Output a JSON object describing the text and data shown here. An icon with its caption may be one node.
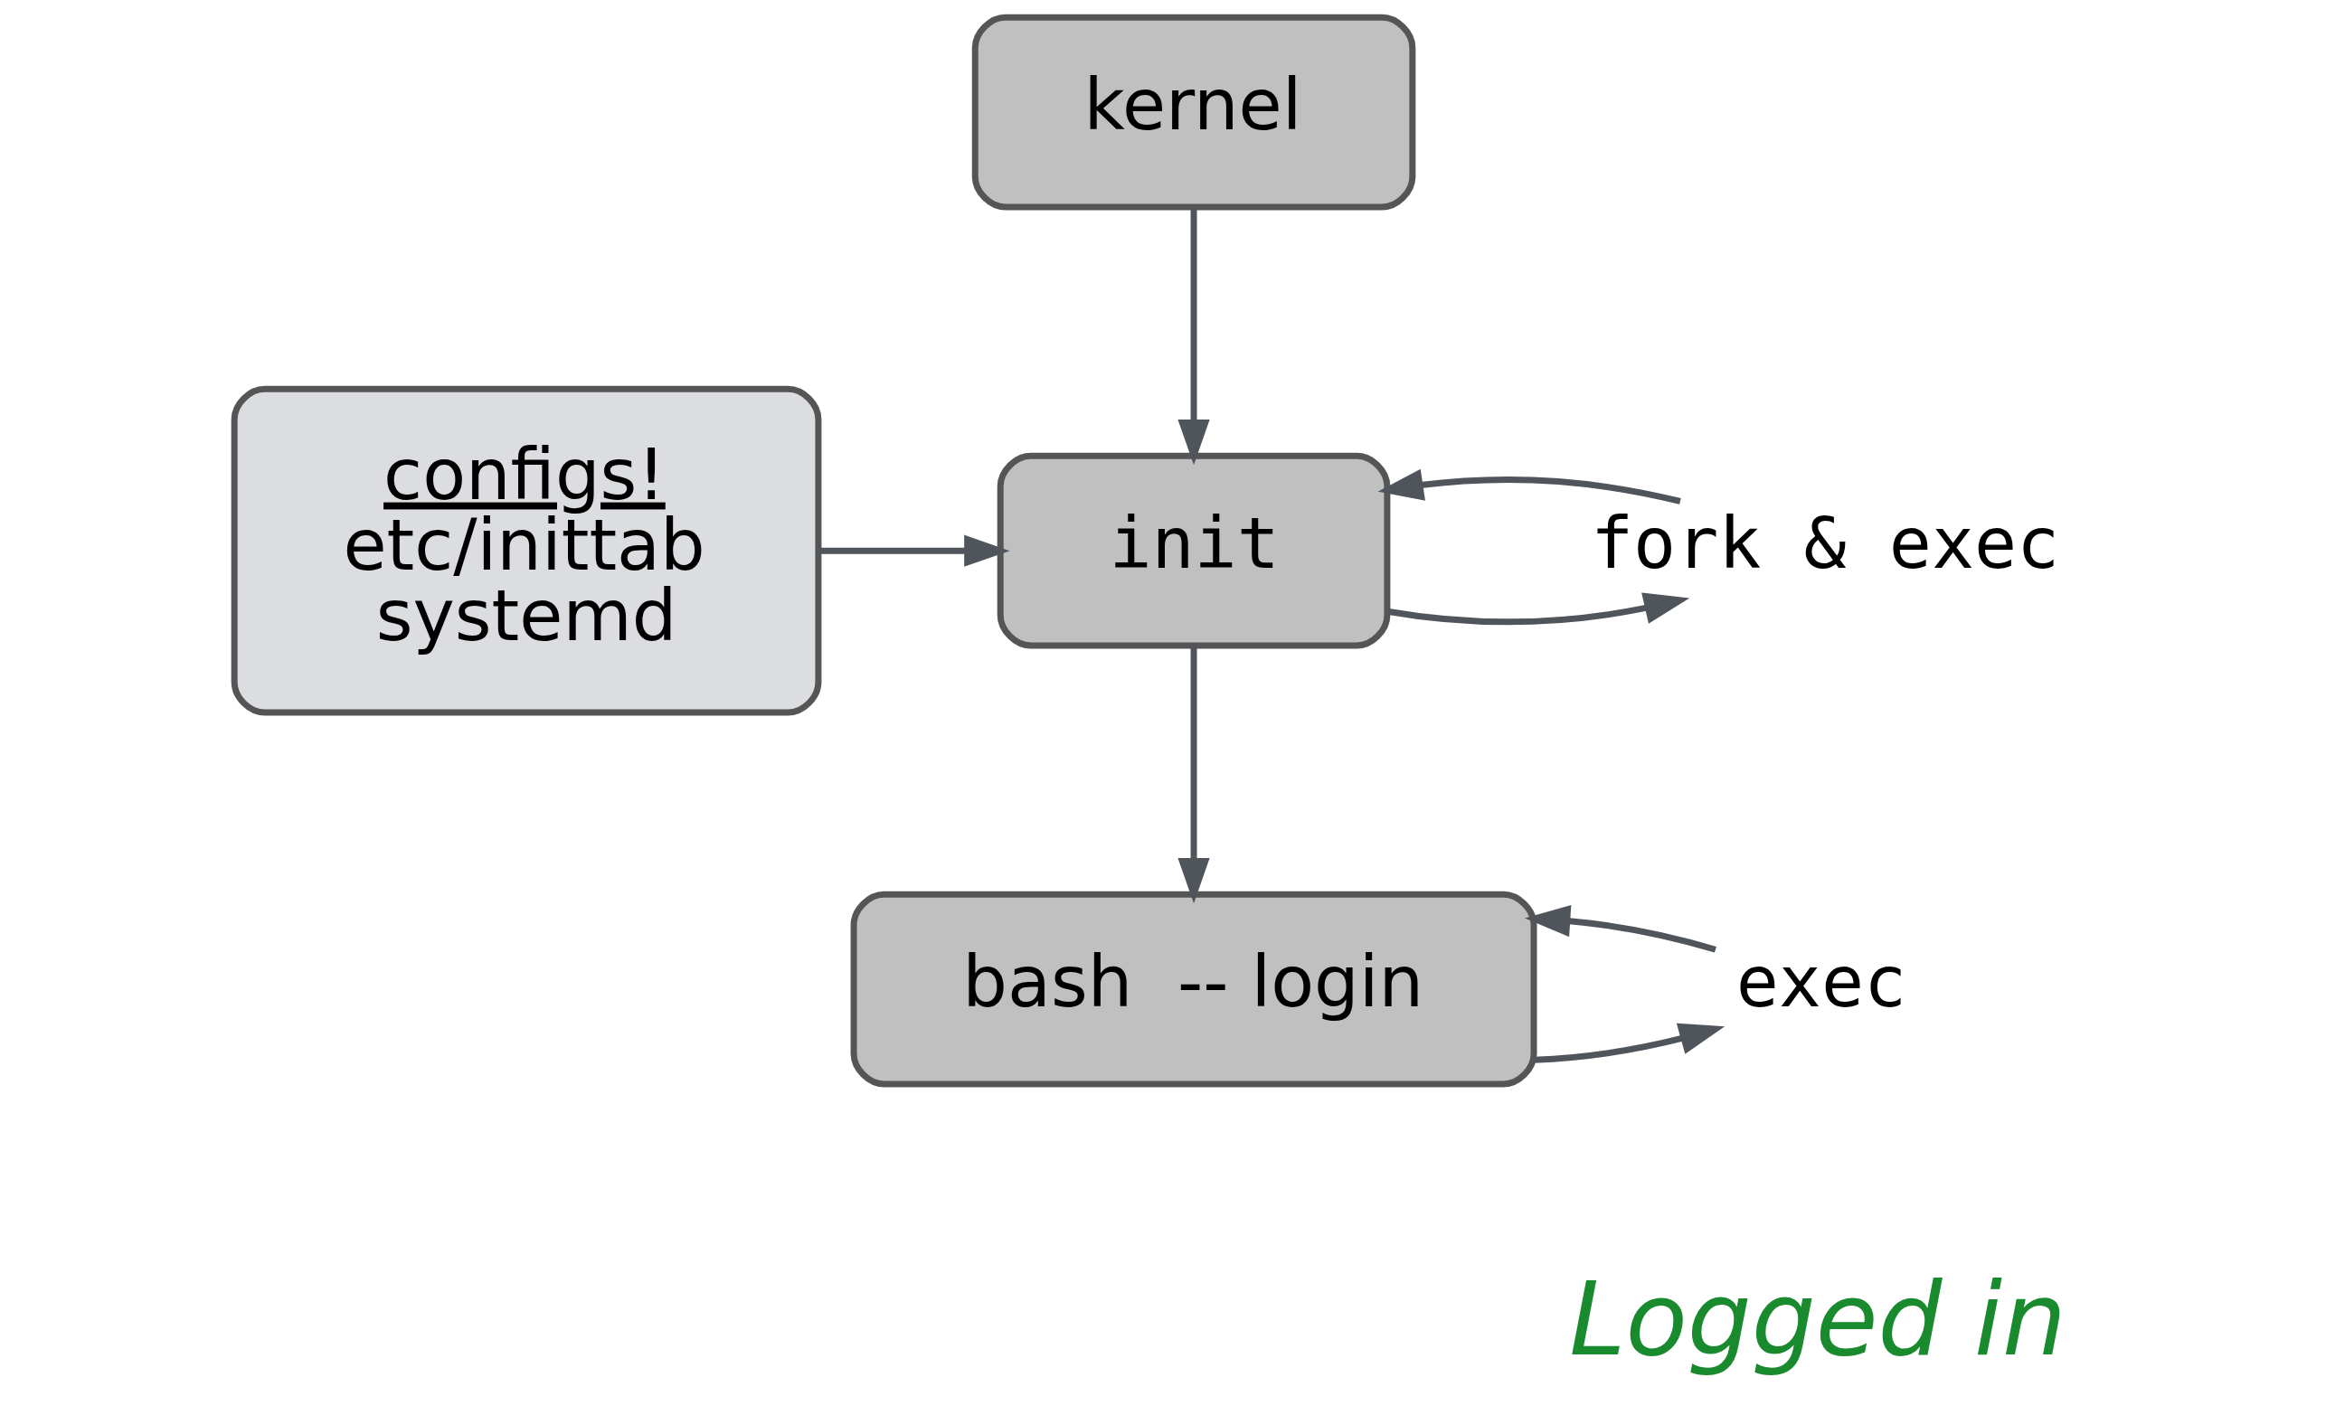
{
  "diagram": {
    "nodes": [
      {
        "text": [
          "kernel"
        ]
      },
      {
        "text": [
          "configs!",
          "etc/inittab",
          "systemd"
        ]
      },
      {
        "text": [
          "init"
        ]
      },
      {
        "text": [
          "fork & exec"
        ]
      },
      {
        "text": [
          "bash  -- login"
        ]
      },
      {
        "text": [
          "exec"
        ]
      }
    ],
    "edges": [
      {
        "from": 0,
        "to": 2,
        "arrow": "to"
      },
      {
        "from": 1,
        "to": 2,
        "arrow": "to"
      },
      {
        "from": 2,
        "to": 3,
        "arrow": "to"
      },
      {
        "from": 3,
        "to": 2,
        "arrow": "to"
      },
      {
        "from": 2,
        "to": 4,
        "arrow": "to"
      },
      {
        "from": 4,
        "to": 5,
        "arrow": "to"
      },
      {
        "from": 5,
        "to": 4,
        "arrow": "to"
      }
    ],
    "labels": [
      "Logged in"
    ]
  }
}
